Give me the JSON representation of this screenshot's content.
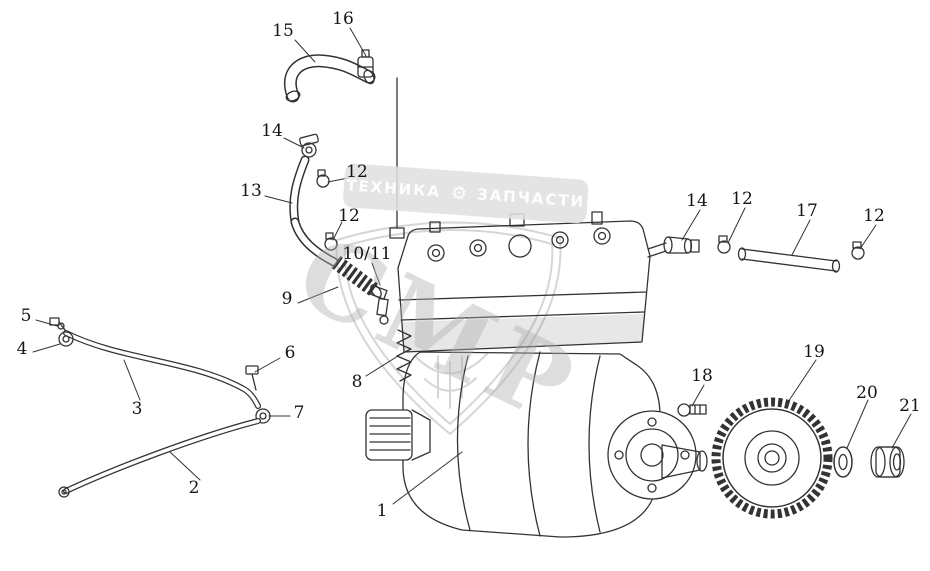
{
  "colors": {
    "line": "#333333",
    "watermark": "#d6d6d6",
    "background": "#ffffff"
  },
  "watermark": {
    "banner_left": "ТЕХНИКА",
    "gear_glyph": "⚙",
    "banner_right": "ЗАПЧАСТИ",
    "shield_text": "СМР"
  },
  "callouts": [
    {
      "label": "15"
    },
    {
      "label": "16"
    },
    {
      "label": "14"
    },
    {
      "label": "13"
    },
    {
      "label": "12"
    },
    {
      "label": "12"
    },
    {
      "label": "10/11"
    },
    {
      "label": "9"
    },
    {
      "label": "5"
    },
    {
      "label": "4"
    },
    {
      "label": "6"
    },
    {
      "label": "3"
    },
    {
      "label": "8"
    },
    {
      "label": "7"
    },
    {
      "label": "2"
    },
    {
      "label": "1"
    },
    {
      "label": "14"
    },
    {
      "label": "12"
    },
    {
      "label": "17"
    },
    {
      "label": "12"
    },
    {
      "label": "18"
    },
    {
      "label": "19"
    },
    {
      "label": "20"
    },
    {
      "label": "21"
    }
  ]
}
